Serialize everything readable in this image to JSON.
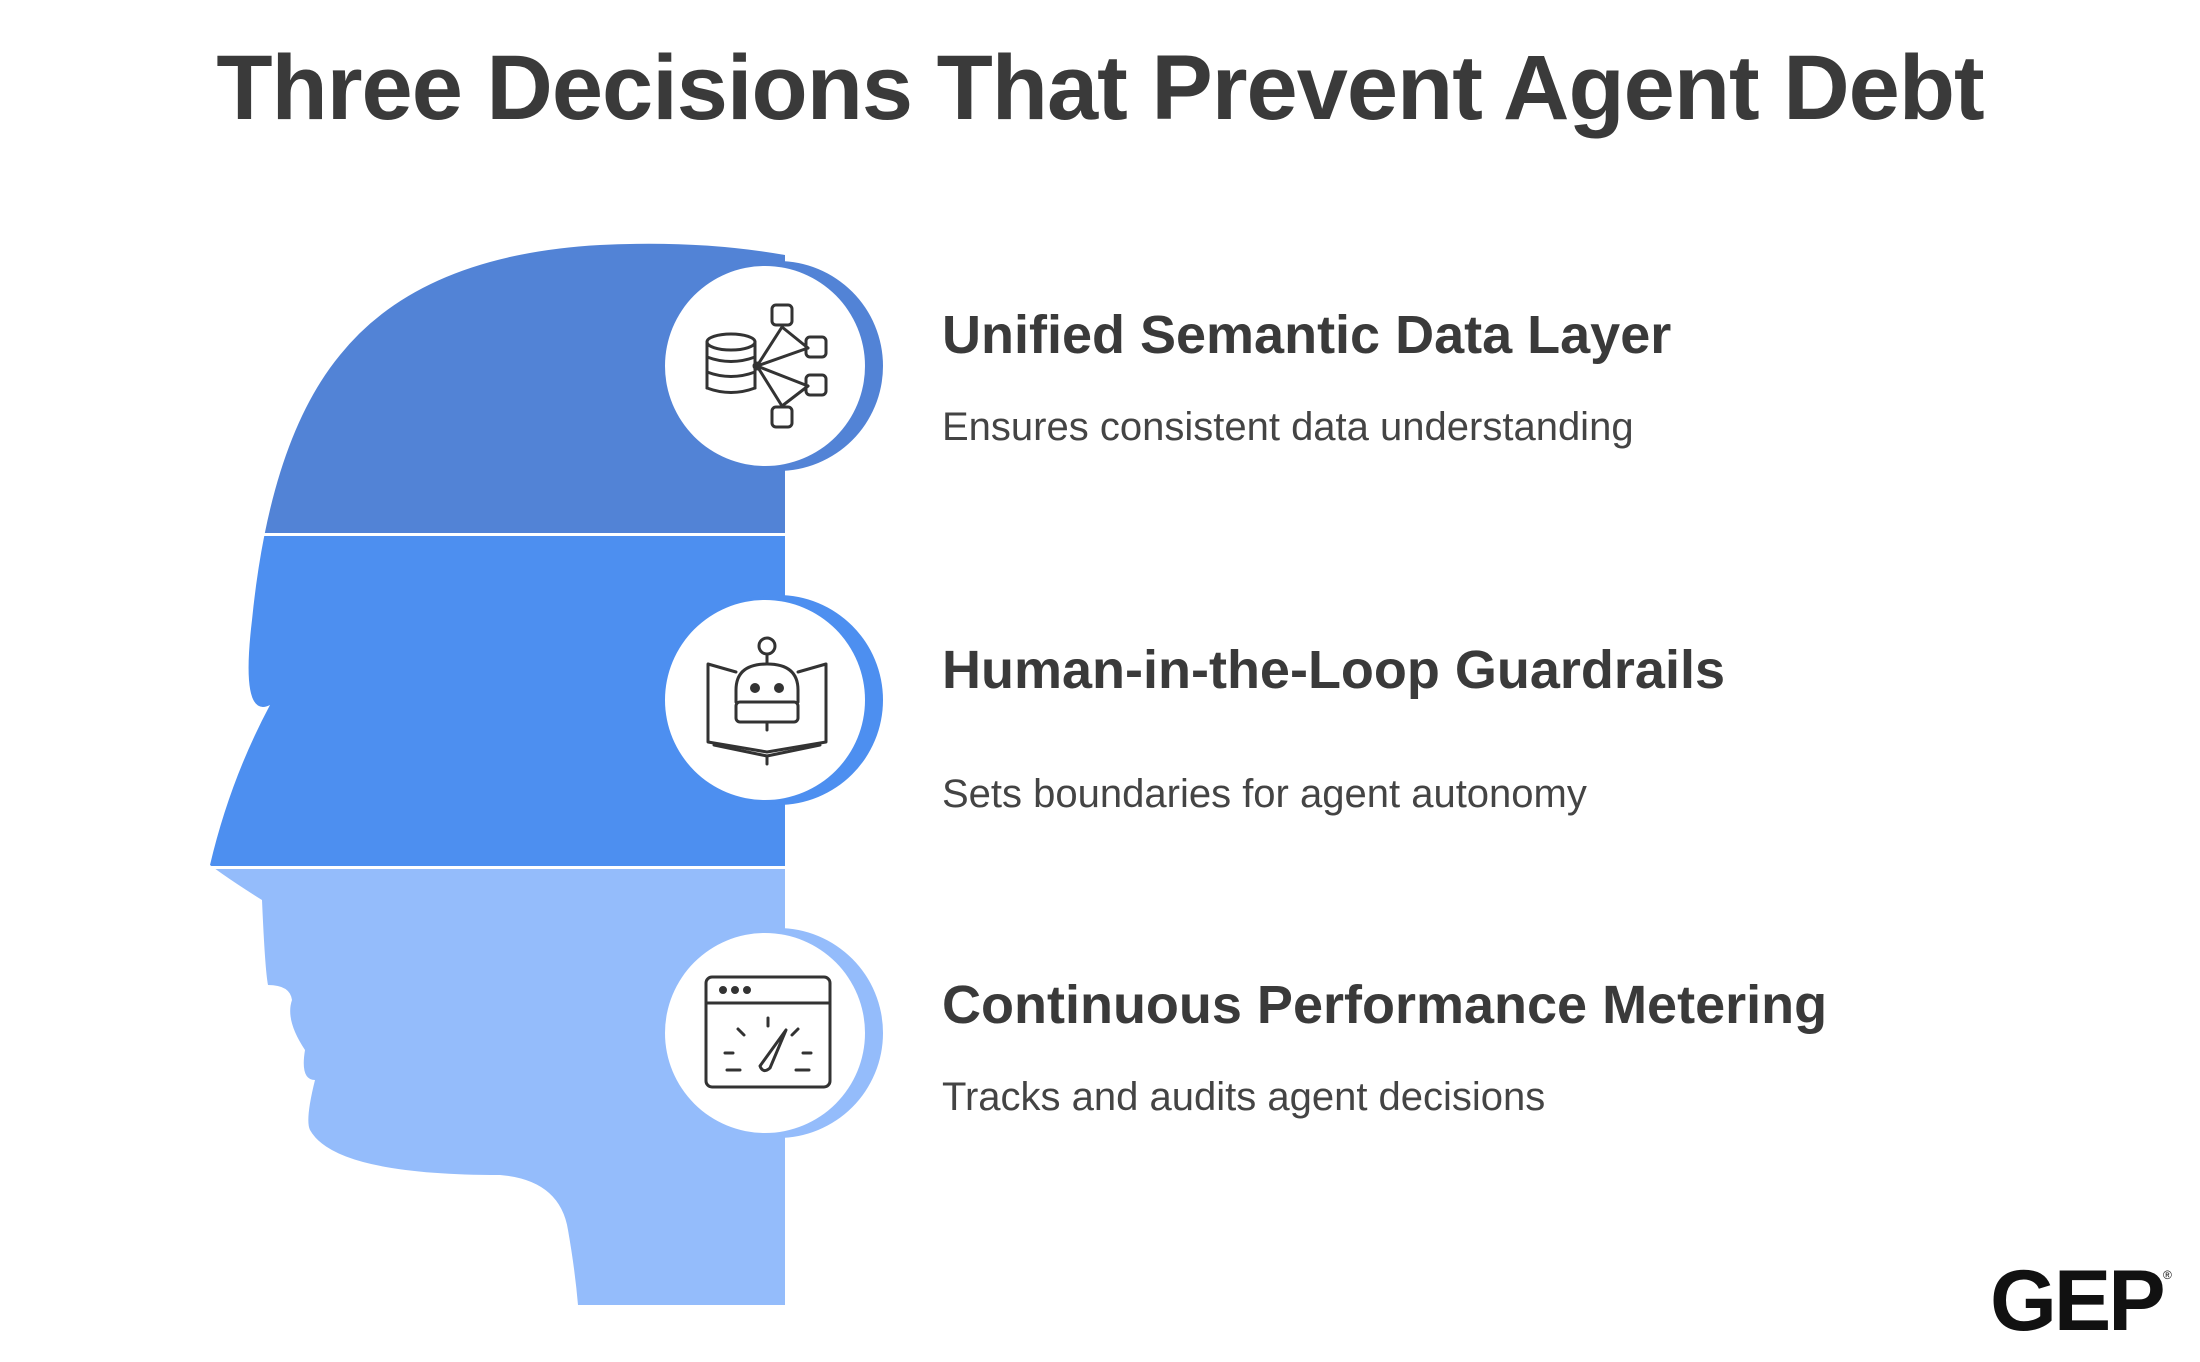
{
  "title": "Three Decisions That Prevent Agent Debt",
  "items": [
    {
      "heading": "Unified Semantic Data Layer",
      "description": "Ensures consistent data understanding",
      "icon": "database-network-icon",
      "color": "#5283d6"
    },
    {
      "heading": "Human-in-the-Loop Guardrails",
      "description": "Sets boundaries for agent autonomy",
      "icon": "robot-book-icon",
      "color": "#4d8ff0"
    },
    {
      "heading": "Continuous Performance Metering",
      "description": "Tracks and audits agent decisions",
      "icon": "dashboard-gauge-icon",
      "color": "#94bcfb"
    }
  ],
  "brand": {
    "logo_text": "GEP",
    "registered_mark": "®"
  }
}
